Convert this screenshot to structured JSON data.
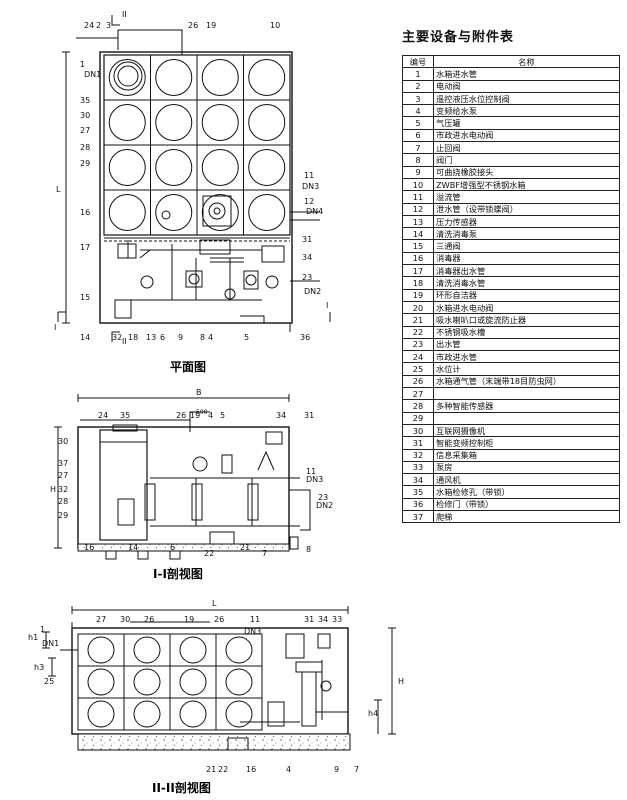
{
  "legend": {
    "title": "主要设备与附件表",
    "col_no": "编号",
    "col_name": "名称",
    "rows": [
      {
        "no": "1",
        "name": "水箱进水管"
      },
      {
        "no": "2",
        "name": "电动阀"
      },
      {
        "no": "3",
        "name": "遥控液压水位控制阀"
      },
      {
        "no": "4",
        "name": "变频给水泵"
      },
      {
        "no": "5",
        "name": "气压罐"
      },
      {
        "no": "6",
        "name": "市政进水电动阀"
      },
      {
        "no": "7",
        "name": "止回阀"
      },
      {
        "no": "8",
        "name": "阀门"
      },
      {
        "no": "9",
        "name": "可曲挠橡胶接头"
      },
      {
        "no": "10",
        "name": "ZWBF增强型不锈钢水箱"
      },
      {
        "no": "11",
        "name": "溢流管"
      },
      {
        "no": "12",
        "name": "泄水管（设带锁蝶阀）"
      },
      {
        "no": "13",
        "name": "压力传感器"
      },
      {
        "no": "14",
        "name": "清洗消毒泵"
      },
      {
        "no": "15",
        "name": "三通阀"
      },
      {
        "no": "16",
        "name": "消毒器"
      },
      {
        "no": "17",
        "name": "消毒器出水管"
      },
      {
        "no": "18",
        "name": "清洗消毒水管"
      },
      {
        "no": "19",
        "name": "环形自洁器"
      },
      {
        "no": "20",
        "name": "水箱进水电动阀"
      },
      {
        "no": "21",
        "name": "吸水喇叭口或旋流防止器"
      },
      {
        "no": "22",
        "name": "不锈钢吸水槽"
      },
      {
        "no": "23",
        "name": "出水管"
      },
      {
        "no": "24",
        "name": "市政进水管"
      },
      {
        "no": "25",
        "name": "水位计"
      },
      {
        "no": "26",
        "name": "水箱通气管（末端带18目防虫网）"
      },
      {
        "no": "27",
        "name": ""
      },
      {
        "no": "28",
        "name": "多种智能传感器"
      },
      {
        "no": "29",
        "name": ""
      },
      {
        "no": "30",
        "name": "互联网摄像机"
      },
      {
        "no": "31",
        "name": "智能变频控制柜"
      },
      {
        "no": "32",
        "name": "信息采集箱"
      },
      {
        "no": "33",
        "name": "泵房"
      },
      {
        "no": "34",
        "name": "通风机"
      },
      {
        "no": "35",
        "name": "水箱检修孔（带锁）"
      },
      {
        "no": "36",
        "name": "检修门（带锁）"
      },
      {
        "no": "37",
        "name": "爬梯"
      }
    ]
  },
  "views": {
    "plan": {
      "title": "平面图",
      "section_mark_a": "I",
      "section_mark_b": "II",
      "dim_l": "L",
      "pipe_dn1": "DN1",
      "pipe_dn2": "DN2",
      "pipe_dn3": "DN3",
      "pipe_dn4": "DN4",
      "callouts": [
        "24",
        "2",
        "3",
        "26",
        "19",
        "10",
        "1",
        "35",
        "30",
        "27",
        "28",
        "29",
        "11",
        "12",
        "16",
        "17",
        "15",
        "14",
        "32",
        "18",
        "13",
        "6",
        "9",
        "4",
        "5",
        "36",
        "31",
        "34",
        "23",
        "8"
      ]
    },
    "section1": {
      "title": "I-I剖视图",
      "dim_b": "B",
      "dim_h": "H",
      "dim_500": "500",
      "pipe_dn2": "DN2",
      "pipe_dn3": "DN3",
      "callouts": [
        "24",
        "35",
        "26",
        "19",
        "4",
        "5",
        "34",
        "31",
        "30",
        "37",
        "27",
        "32",
        "28",
        "29",
        "11",
        "23",
        "16",
        "14",
        "6",
        "21",
        "22",
        "7",
        "8"
      ]
    },
    "section2": {
      "title": "II-II剖视图",
      "dim_l": "L",
      "dim_h": "H",
      "dim_h1": "h1",
      "dim_h3": "h3",
      "dim_h4": "h4",
      "pipe_dn1": "DN1",
      "pipe_dn3": "DN3",
      "callouts": [
        "1",
        "27",
        "30",
        "26",
        "19",
        "26",
        "11",
        "31",
        "34",
        "33",
        "25",
        "22",
        "21",
        "16",
        "4",
        "9",
        "7"
      ]
    }
  }
}
